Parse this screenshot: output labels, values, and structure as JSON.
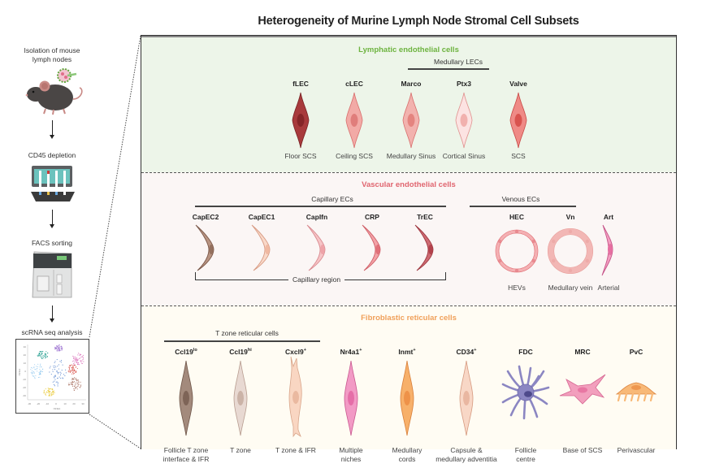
{
  "title": "Heterogeneity of Murine Lymph Node Stromal Cell Subsets",
  "workflow": {
    "steps": [
      {
        "label_line1": "Isolation of mouse",
        "label_line2": "lymph nodes",
        "icon": "mouse-lymph-node-icon"
      },
      {
        "label_line1": "CD45 depletion",
        "label_line2": "",
        "icon": "magnetic-column-rack-icon"
      },
      {
        "label_line1": "FACS sorting",
        "label_line2": "",
        "icon": "facs-sorter-icon"
      },
      {
        "label_line1": "scRNA seq analysis",
        "label_line2": "",
        "icon": "tsne-plot-icon"
      }
    ],
    "tsne": {
      "y_ticks": [
        "30",
        "20",
        "10",
        "0",
        "-10",
        "-20",
        "-30"
      ],
      "x_ticks": [
        "-30",
        "-20",
        "-10",
        "0",
        "10",
        "20",
        "30"
      ],
      "xlabel": "tSNE1",
      "ylabel": "tSNE2",
      "clusters": [
        {
          "color": "#1a9a8a"
        },
        {
          "color": "#9a6fd0"
        },
        {
          "color": "#d65db1"
        },
        {
          "color": "#8ec7ee"
        },
        {
          "color": "#3f73c6"
        },
        {
          "color": "#d6473f"
        },
        {
          "color": "#9a5a48"
        },
        {
          "color": "#e8c62c"
        }
      ]
    }
  },
  "sections": {
    "lec": {
      "title": "Lymphatic endothelial cells",
      "title_color": "#6db33f",
      "group": "Medullary LECs",
      "cells": [
        {
          "name": "fLEC",
          "location": "Floor SCS",
          "fill": "#a83a3c",
          "nucleus": "#862528",
          "stroke": "#7a2225"
        },
        {
          "name": "cLEC",
          "location": "Ceiling SCS",
          "fill": "#f2aaa6",
          "nucleus": "#e07d7b",
          "stroke": "#d9706e"
        },
        {
          "name": "Marco",
          "location": "Medullary Sinus",
          "fill": "#f2b2ae",
          "nucleus": "#e4847f",
          "stroke": "#d9706e"
        },
        {
          "name": "Ptx3",
          "location": "Cortical Sinus",
          "fill": "#fce3e2",
          "nucleus": "#f1b1ae",
          "stroke": "#e0928f"
        },
        {
          "name": "Valve",
          "location": "SCS",
          "fill": "#ef8a86",
          "nucleus": "#d9534f",
          "stroke": "#c94a47"
        }
      ]
    },
    "vec": {
      "title": "Vascular endothelial cells",
      "title_color": "#e0656f",
      "capillary_group": "Capillary ECs",
      "venous_group": "Venous ECs",
      "capillary_region": "Capillary region",
      "capillary_cells": [
        {
          "name": "CapEC2",
          "fill": "#b89482",
          "nucleus": "#94705e",
          "stroke": "#7a5748"
        },
        {
          "name": "CapEC1",
          "fill": "#f9d8c8",
          "nucleus": "#f0b9a2",
          "stroke": "#d79a82"
        },
        {
          "name": "CapIfn",
          "fill": "#f6c4c6",
          "nucleus": "#eea3a8",
          "stroke": "#d98a90"
        },
        {
          "name": "CRP",
          "fill": "#f2a1a6",
          "nucleus": "#e07079",
          "stroke": "#cf5e67"
        },
        {
          "name": "TrEC",
          "fill": "#cd6b72",
          "nucleus": "#b3424c",
          "stroke": "#9e3740"
        }
      ],
      "venous_cells": [
        {
          "name": "HEC",
          "location": "HEVs",
          "fill": "#f4b0b3",
          "stroke": "#e06e74"
        },
        {
          "name": "Vn",
          "location": "Medullary vein",
          "fill": "#f2b7b5",
          "stroke": "#e9a09d"
        }
      ],
      "arterial": {
        "name": "Art",
        "location": "Arterial",
        "fill": "#f29ec0",
        "nucleus": "#e66fa1",
        "stroke": "#c7558a"
      }
    },
    "frc": {
      "title": "Fibroblastic reticular cells",
      "title_color": "#f0a05a",
      "group": "T zone reticular cells",
      "cells": [
        {
          "name_base": "Ccl19",
          "name_sup": "lo",
          "loc1": "Follicle T zone",
          "loc2": "interface & IFR",
          "fill": "#a38a7c",
          "nucleus": "#7e6457",
          "stroke": "#6e5548",
          "shape": "spindle"
        },
        {
          "name_base": "Ccl19",
          "name_sup": "hi",
          "loc1": "T zone",
          "loc2": "",
          "fill": "#e8d9d2",
          "nucleus": "#cbb3a7",
          "stroke": "#b89d90",
          "shape": "spindle"
        },
        {
          "name_base": "Cxcl9",
          "name_sup": "+",
          "loc1": "T zone & IFR",
          "loc2": "",
          "fill": "#f9d6c2",
          "nucleus": "#eab9a0",
          "stroke": "#d8a58a",
          "shape": "forked"
        },
        {
          "name_base": "Nr4a1",
          "name_sup": "+",
          "loc1": "Multiple",
          "loc2": "niches",
          "fill": "#f29ac5",
          "nucleus": "#e56ea8",
          "stroke": "#c9588f",
          "shape": "spindle"
        },
        {
          "name_base": "Inmt",
          "name_sup": "+",
          "loc1": "Medullary",
          "loc2": "cords",
          "fill": "#f7b06a",
          "nucleus": "#ee9249",
          "stroke": "#d87f3a",
          "shape": "spindle"
        },
        {
          "name_base": "CD34",
          "name_sup": "+",
          "loc1": "Capsule &",
          "loc2": "medullary adventitia",
          "fill": "#f8d7c6",
          "nucleus": "#e9b7a1",
          "stroke": "#d69a80",
          "shape": "spindle"
        },
        {
          "name_base": "FDC",
          "name_sup": "",
          "loc1": "Follicle",
          "loc2": "centre",
          "fill": "#8b86c2",
          "nucleus": "#4e4a8b",
          "stroke": "#6e69ab",
          "shape": "dendritic"
        },
        {
          "name_base": "MRC",
          "name_sup": "",
          "loc1": "Base of SCS",
          "loc2": "",
          "fill": "#f29fbd",
          "nucleus": "#e877a3",
          "stroke": "#d66792",
          "shape": "stellate"
        },
        {
          "name_base": "PvC",
          "name_sup": "",
          "loc1": "Perivascular",
          "loc2": "",
          "fill": "#f8b978",
          "nucleus": "#ee974f",
          "stroke": "#dd8641",
          "shape": "pericyte"
        }
      ]
    }
  }
}
